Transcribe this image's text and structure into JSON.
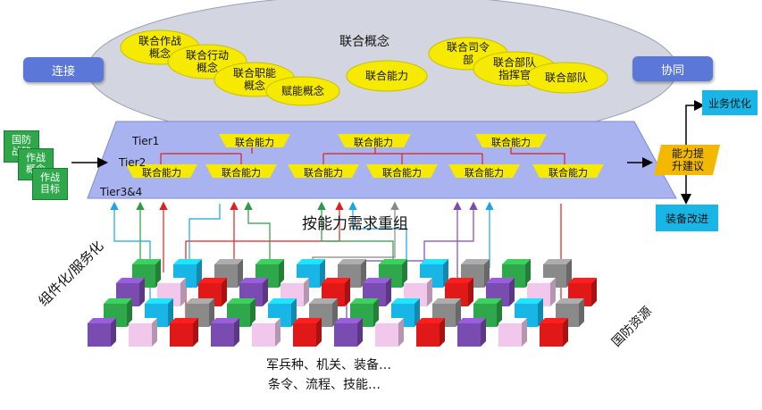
{
  "colors": {
    "ellipse": "#d3d6e0",
    "trapezoid": "#a9b3f0",
    "button": "#5b78d8",
    "yellow": "#f5ea00",
    "cyan": "#18b6e6",
    "green": "#2ea84a",
    "gold": "#f3b800"
  },
  "concept": {
    "title": "联合概念",
    "left_button": "连接",
    "right_button": "协同",
    "bubbles": [
      {
        "line1": "联合作战",
        "line2": "概念"
      },
      {
        "line1": "联合行动",
        "line2": "概念"
      },
      {
        "line1": "联合职能",
        "line2": "概念"
      },
      {
        "line1": "赋能概念",
        "line2": ""
      },
      {
        "line1": "联合能力",
        "line2": ""
      },
      {
        "line1": "联合司令",
        "line2": "部"
      },
      {
        "line1": "联合部队",
        "line2": "指挥官"
      },
      {
        "line1": "联合部队",
        "line2": ""
      }
    ]
  },
  "tiers": {
    "tier1": "Tier1",
    "tier2": "Tier2",
    "tier34": "Tier3&4",
    "capability_label": "联合能力"
  },
  "restructure": "按能力需求重组",
  "left_stack": [
    {
      "line1": "国防",
      "line2": "战略"
    },
    {
      "line1": "作战",
      "line2": "概念"
    },
    {
      "line1": "作战",
      "line2": "目标"
    }
  ],
  "right": {
    "gold_box": "能力提\n升建议",
    "gold_line1": "能力提",
    "gold_line2": "升建议",
    "top_box": "业务优化",
    "bottom_box": "装备改进"
  },
  "component_label": "组件化/服务化",
  "resource_label": "国防资源",
  "bottom_text": {
    "line1": "军兵种、机关、装备…",
    "line2": "条令、流程、技能…"
  }
}
